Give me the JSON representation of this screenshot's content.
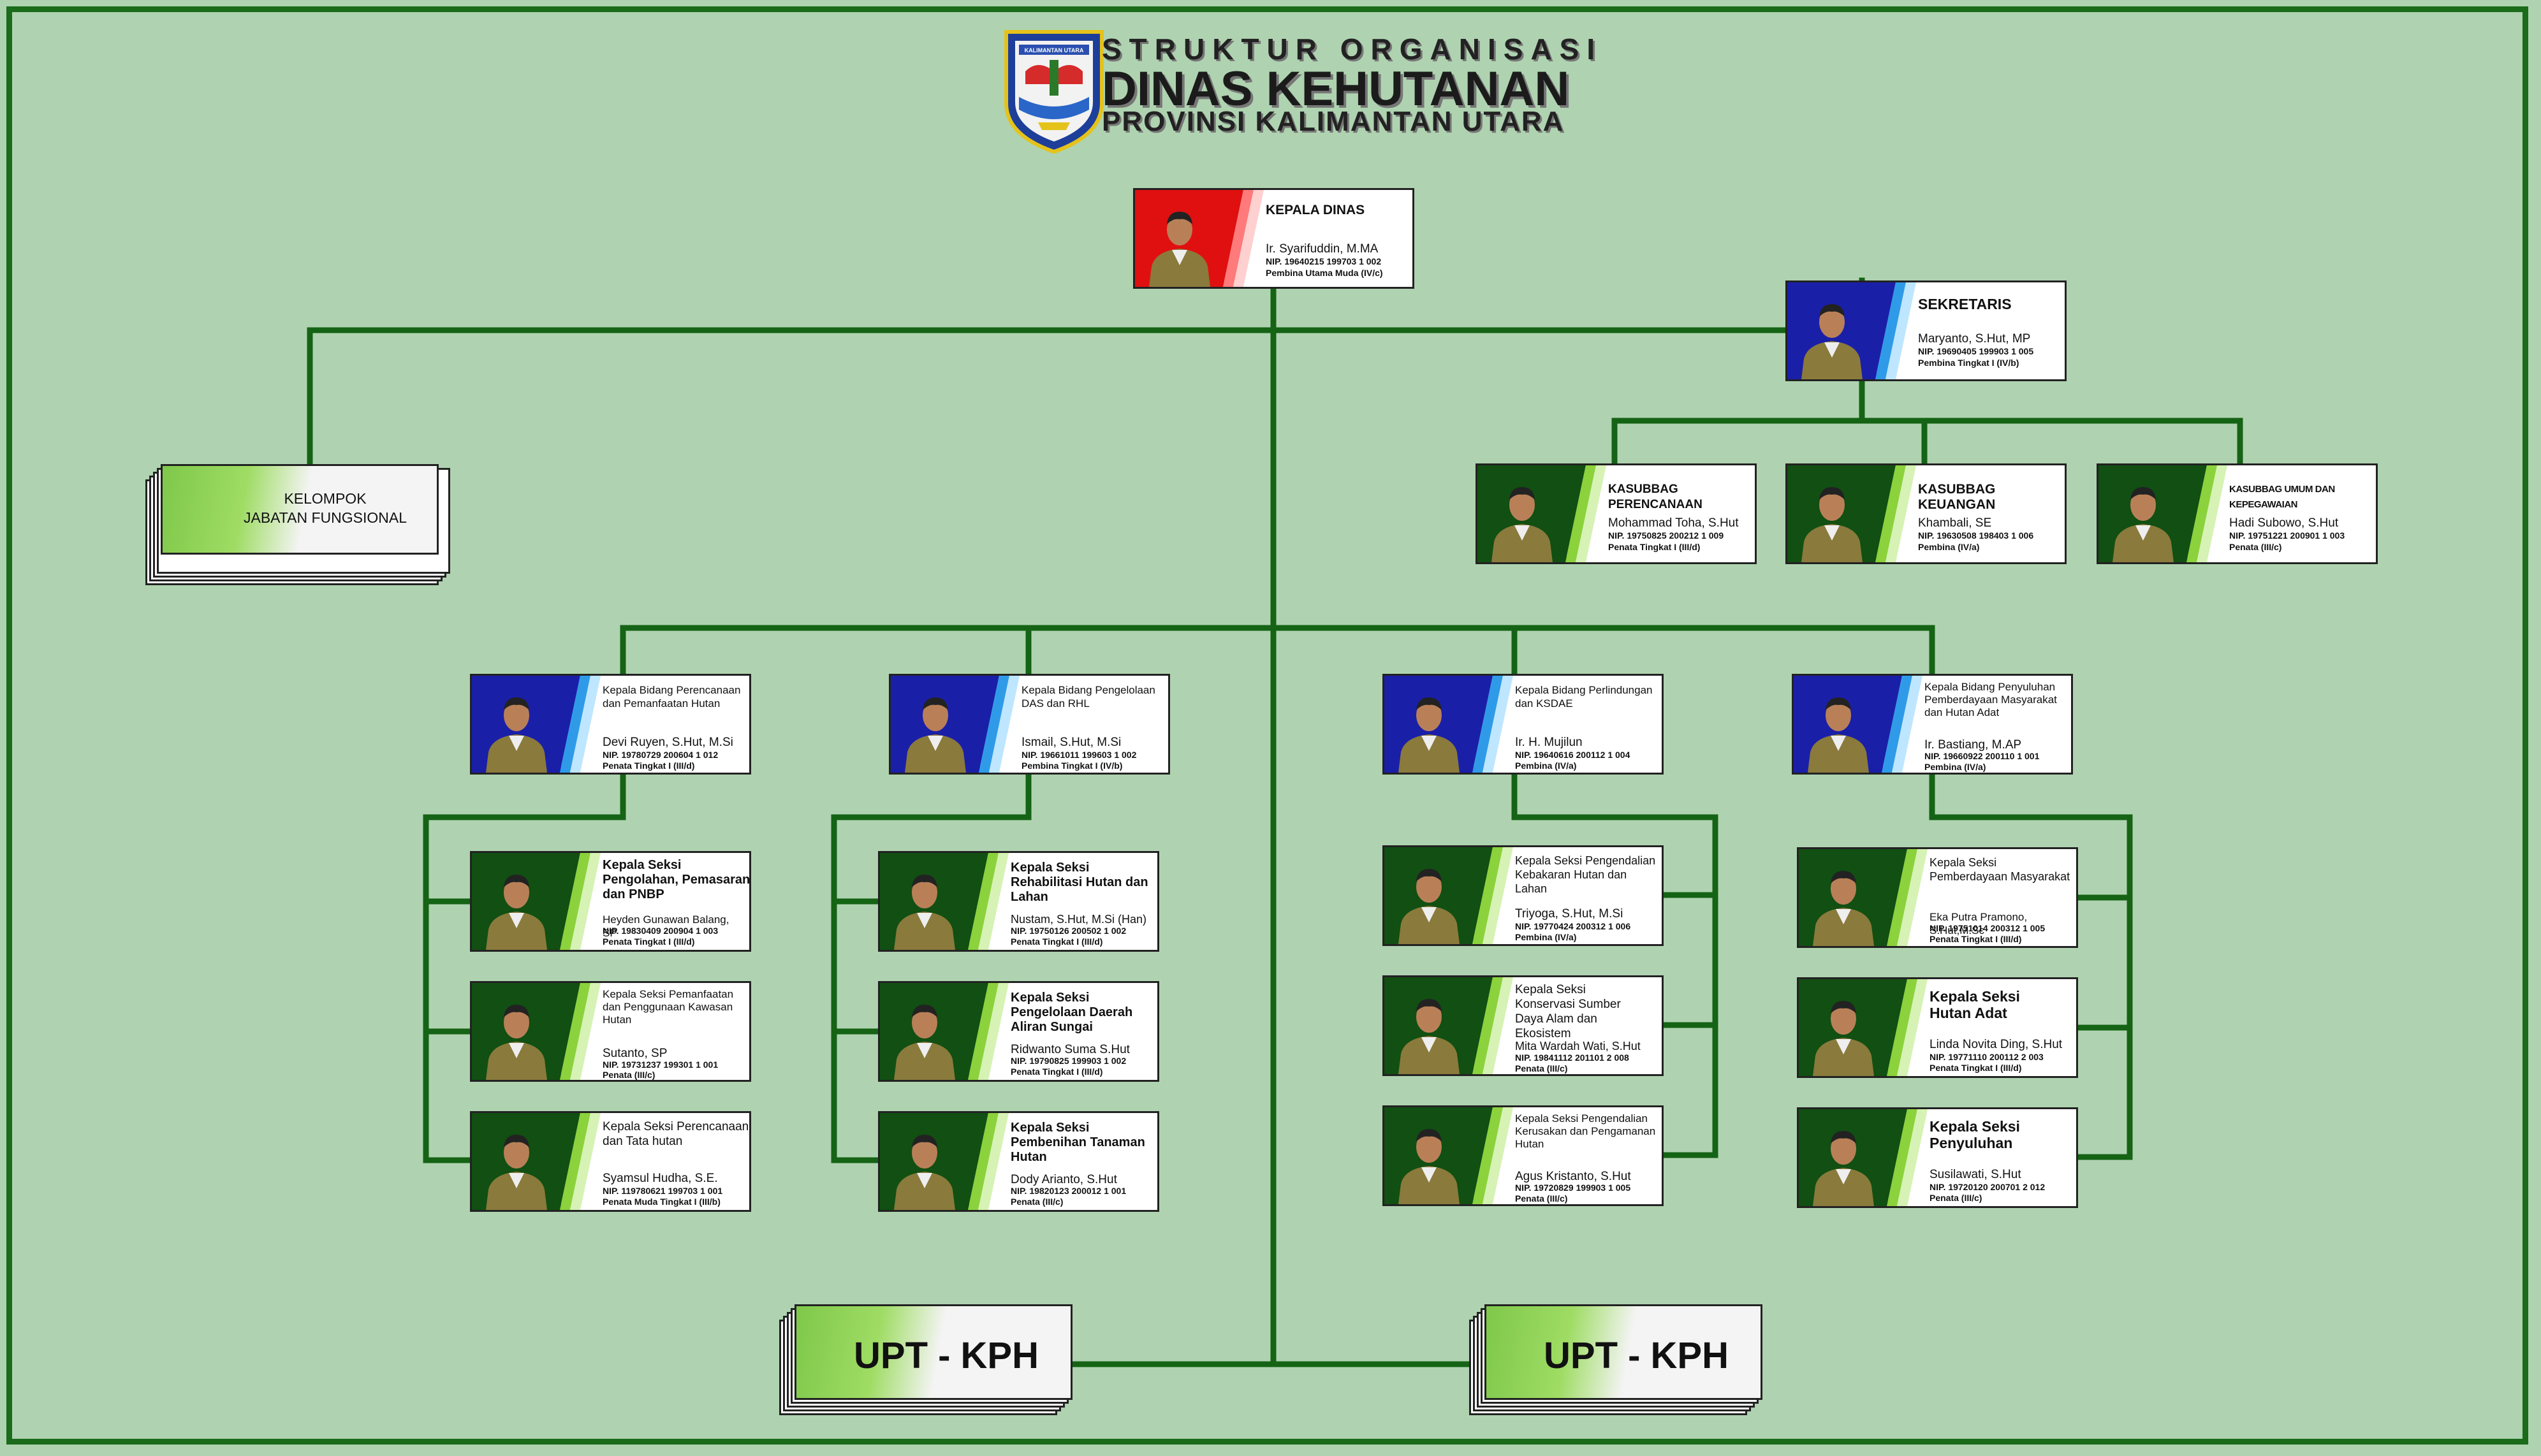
{
  "header": {
    "line1": "STRUKTUR ORGANISASI",
    "line2": "DINAS KEHUTANAN",
    "line3": "PROVINSI KALIMANTAN UTARA",
    "emblem_banner": "KALIMANTAN UTARA"
  },
  "kepala": {
    "title": "KEPALA DINAS",
    "name": "Ir. Syarifuddin, M.MA",
    "nip": "NIP. 19640215 199703 1 002",
    "rank": "Pembina Utama Muda (IV/c)"
  },
  "sekretaris": {
    "title": "SEKRETARIS",
    "name": "Maryanto, S.Hut, MP",
    "nip": "NIP. 19690405 199903 1 005",
    "rank": "Pembina Tingkat I (IV/b)"
  },
  "kelompok": {
    "line1": "KELOMPOK",
    "line2": "JABATAN FUNGSIONAL"
  },
  "kasubbag": [
    {
      "title": "KASUBBAG PERENCANAAN",
      "name": "Mohammad Toha, S.Hut",
      "nip": "NIP. 19750825 200212 1 009",
      "rank": "Penata Tingkat I (III/d)"
    },
    {
      "title": "KASUBBAG KEUANGAN",
      "name": "Khambali, SE",
      "nip": "NIP. 19630508 198403 1 006",
      "rank": "Pembina (IV/a)"
    },
    {
      "title": "KASUBBAG UMUM DAN KEPEGAWAIAN",
      "name": "Hadi Subowo, S.Hut",
      "nip": "NIP. 19751221 200901 1 003",
      "rank": "Penata (III/c)"
    }
  ],
  "bidang": [
    {
      "title": "Kepala Bidang Perencanaan dan Pemanfaatan Hutan",
      "name": "Devi Ruyen, S.Hut, M.Si",
      "nip": "NIP. 19780729 200604 1 012",
      "rank": "Penata Tingkat I (III/d)"
    },
    {
      "title": "Kepala Bidang Pengelolaan DAS dan RHL",
      "name": "Ismail, S.Hut, M.Si",
      "nip": "NIP. 19661011 199603 1 002",
      "rank": "Pembina Tingkat I (IV/b)"
    },
    {
      "title": "Kepala Bidang Perlindungan dan KSDAE",
      "name": "Ir. H. Mujilun",
      "nip": "NIP. 19640616 200112 1 004",
      "rank": "Pembina (IV/a)"
    },
    {
      "title": "Kepala Bidang Penyuluhan Pemberdayaan Masyarakat dan Hutan Adat",
      "name": "Ir. Bastiang, M.AP",
      "nip": "NIP. 19660922 200110 1 001",
      "rank": "Pembina (IV/a)"
    }
  ],
  "seksi": [
    [
      {
        "title": "Kepala Seksi Pengolahan, Pemasaran dan PNBP",
        "name": "Heyden Gunawan Balang, SP",
        "nip": "NIP. 19830409 200904 1 003",
        "rank": "Penata Tingkat I (III/d)"
      },
      {
        "title": "Kepala Seksi Pemanfaatan dan Penggunaan Kawasan Hutan",
        "name": "Sutanto, SP",
        "nip": "NIP. 19731237 199301 1 001",
        "rank": "Penata (III/c)"
      },
      {
        "title": "Kepala Seksi Perencanaan dan Tata hutan",
        "name": "Syamsul Hudha, S.E.",
        "nip": "NIP. 119780621 199703 1 001",
        "rank": "Penata Muda Tingkat I (III/b)"
      }
    ],
    [
      {
        "title": "Kepala Seksi Rehabilitasi Hutan dan Lahan",
        "name": "Nustam, S.Hut, M.Si (Han)",
        "nip": "NIP. 19750126 200502 1 002",
        "rank": "Penata Tingkat I (III/d)"
      },
      {
        "title": "Kepala Seksi Pengelolaan Daerah Aliran Sungai",
        "name": "Ridwanto Suma S.Hut",
        "nip": "NIP. 19790825 199903 1 002",
        "rank": "Penata Tingkat I (III/d)"
      },
      {
        "title": "Kepala Seksi Pembenihan Tanaman Hutan",
        "name": "Dody Arianto, S.Hut",
        "nip": "NIP. 19820123 200012 1 001",
        "rank": "Penata (III/c)"
      }
    ],
    [
      {
        "title": "Kepala Seksi Pengendalian Kebakaran Hutan dan Lahan",
        "name": "Triyoga, S.Hut, M.Si",
        "nip": "NIP. 19770424 200312 1 006",
        "rank": "Pembina (IV/a)"
      },
      {
        "title": "Kepala Seksi Konservasi Sumber Daya Alam dan Ekosistem",
        "name": "Mita Wardah Wati, S.Hut",
        "nip": "NIP. 19841112 201101 2 008",
        "rank": "Penata (III/c)"
      },
      {
        "title": "Kepala Seksi Pengendalian Kerusakan dan Pengamanan Hutan",
        "name": "Agus Kristanto, S.Hut",
        "nip": "NIP. 19720829 199903 1 005",
        "rank": "Penata (III/c)"
      }
    ],
    [
      {
        "title": "Kepala Seksi Pemberdayaan Masyarakat",
        "name": "Eka Putra Pramono, S.Hut,M.Sc",
        "nip": "NIP. 19751014 200312 1 005",
        "rank": "Penata Tingkat I (III/d)"
      },
      {
        "title": "Kepala Seksi Hutan Adat",
        "name": "Linda Novita Ding, S.Hut",
        "nip": "NIP. 19771110 200112 2 003",
        "rank": "Penata Tingkat I (III/d)"
      },
      {
        "title": "Kepala Seksi Penyuluhan",
        "name": "Susilawati, S.Hut",
        "nip": "NIP. 19720120 200701 2 012",
        "rank": "Penata (III/c)"
      }
    ]
  ],
  "upt": [
    "UPT - KPH",
    "UPT - KPH"
  ],
  "colors": {
    "line": "#156315",
    "background": "#afd3b0",
    "red": "#e01010",
    "blue": "#1a1fa8",
    "green": "#114f12",
    "lime": "#8bd23c"
  }
}
